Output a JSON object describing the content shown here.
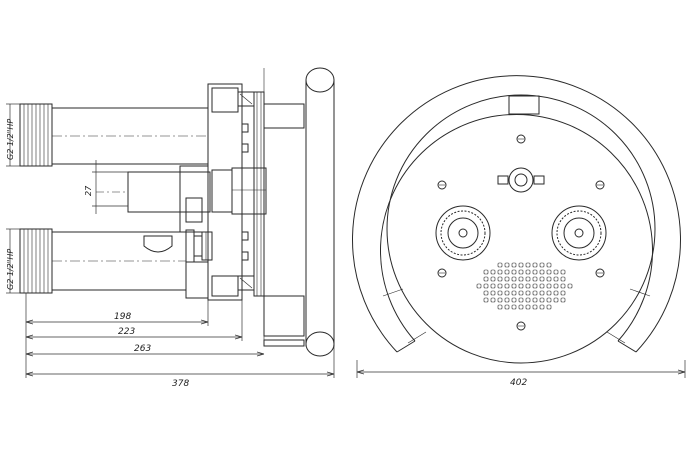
{
  "side_view": {
    "pipe_label_top": "G2 1/2\"НР",
    "pipe_label_bottom": "G2 1/2\"НР",
    "dim_small": "27",
    "dim_198": "198",
    "dim_223": "223",
    "dim_263": "263",
    "dim_total": "378"
  },
  "front_view": {
    "dim_width": "402"
  }
}
